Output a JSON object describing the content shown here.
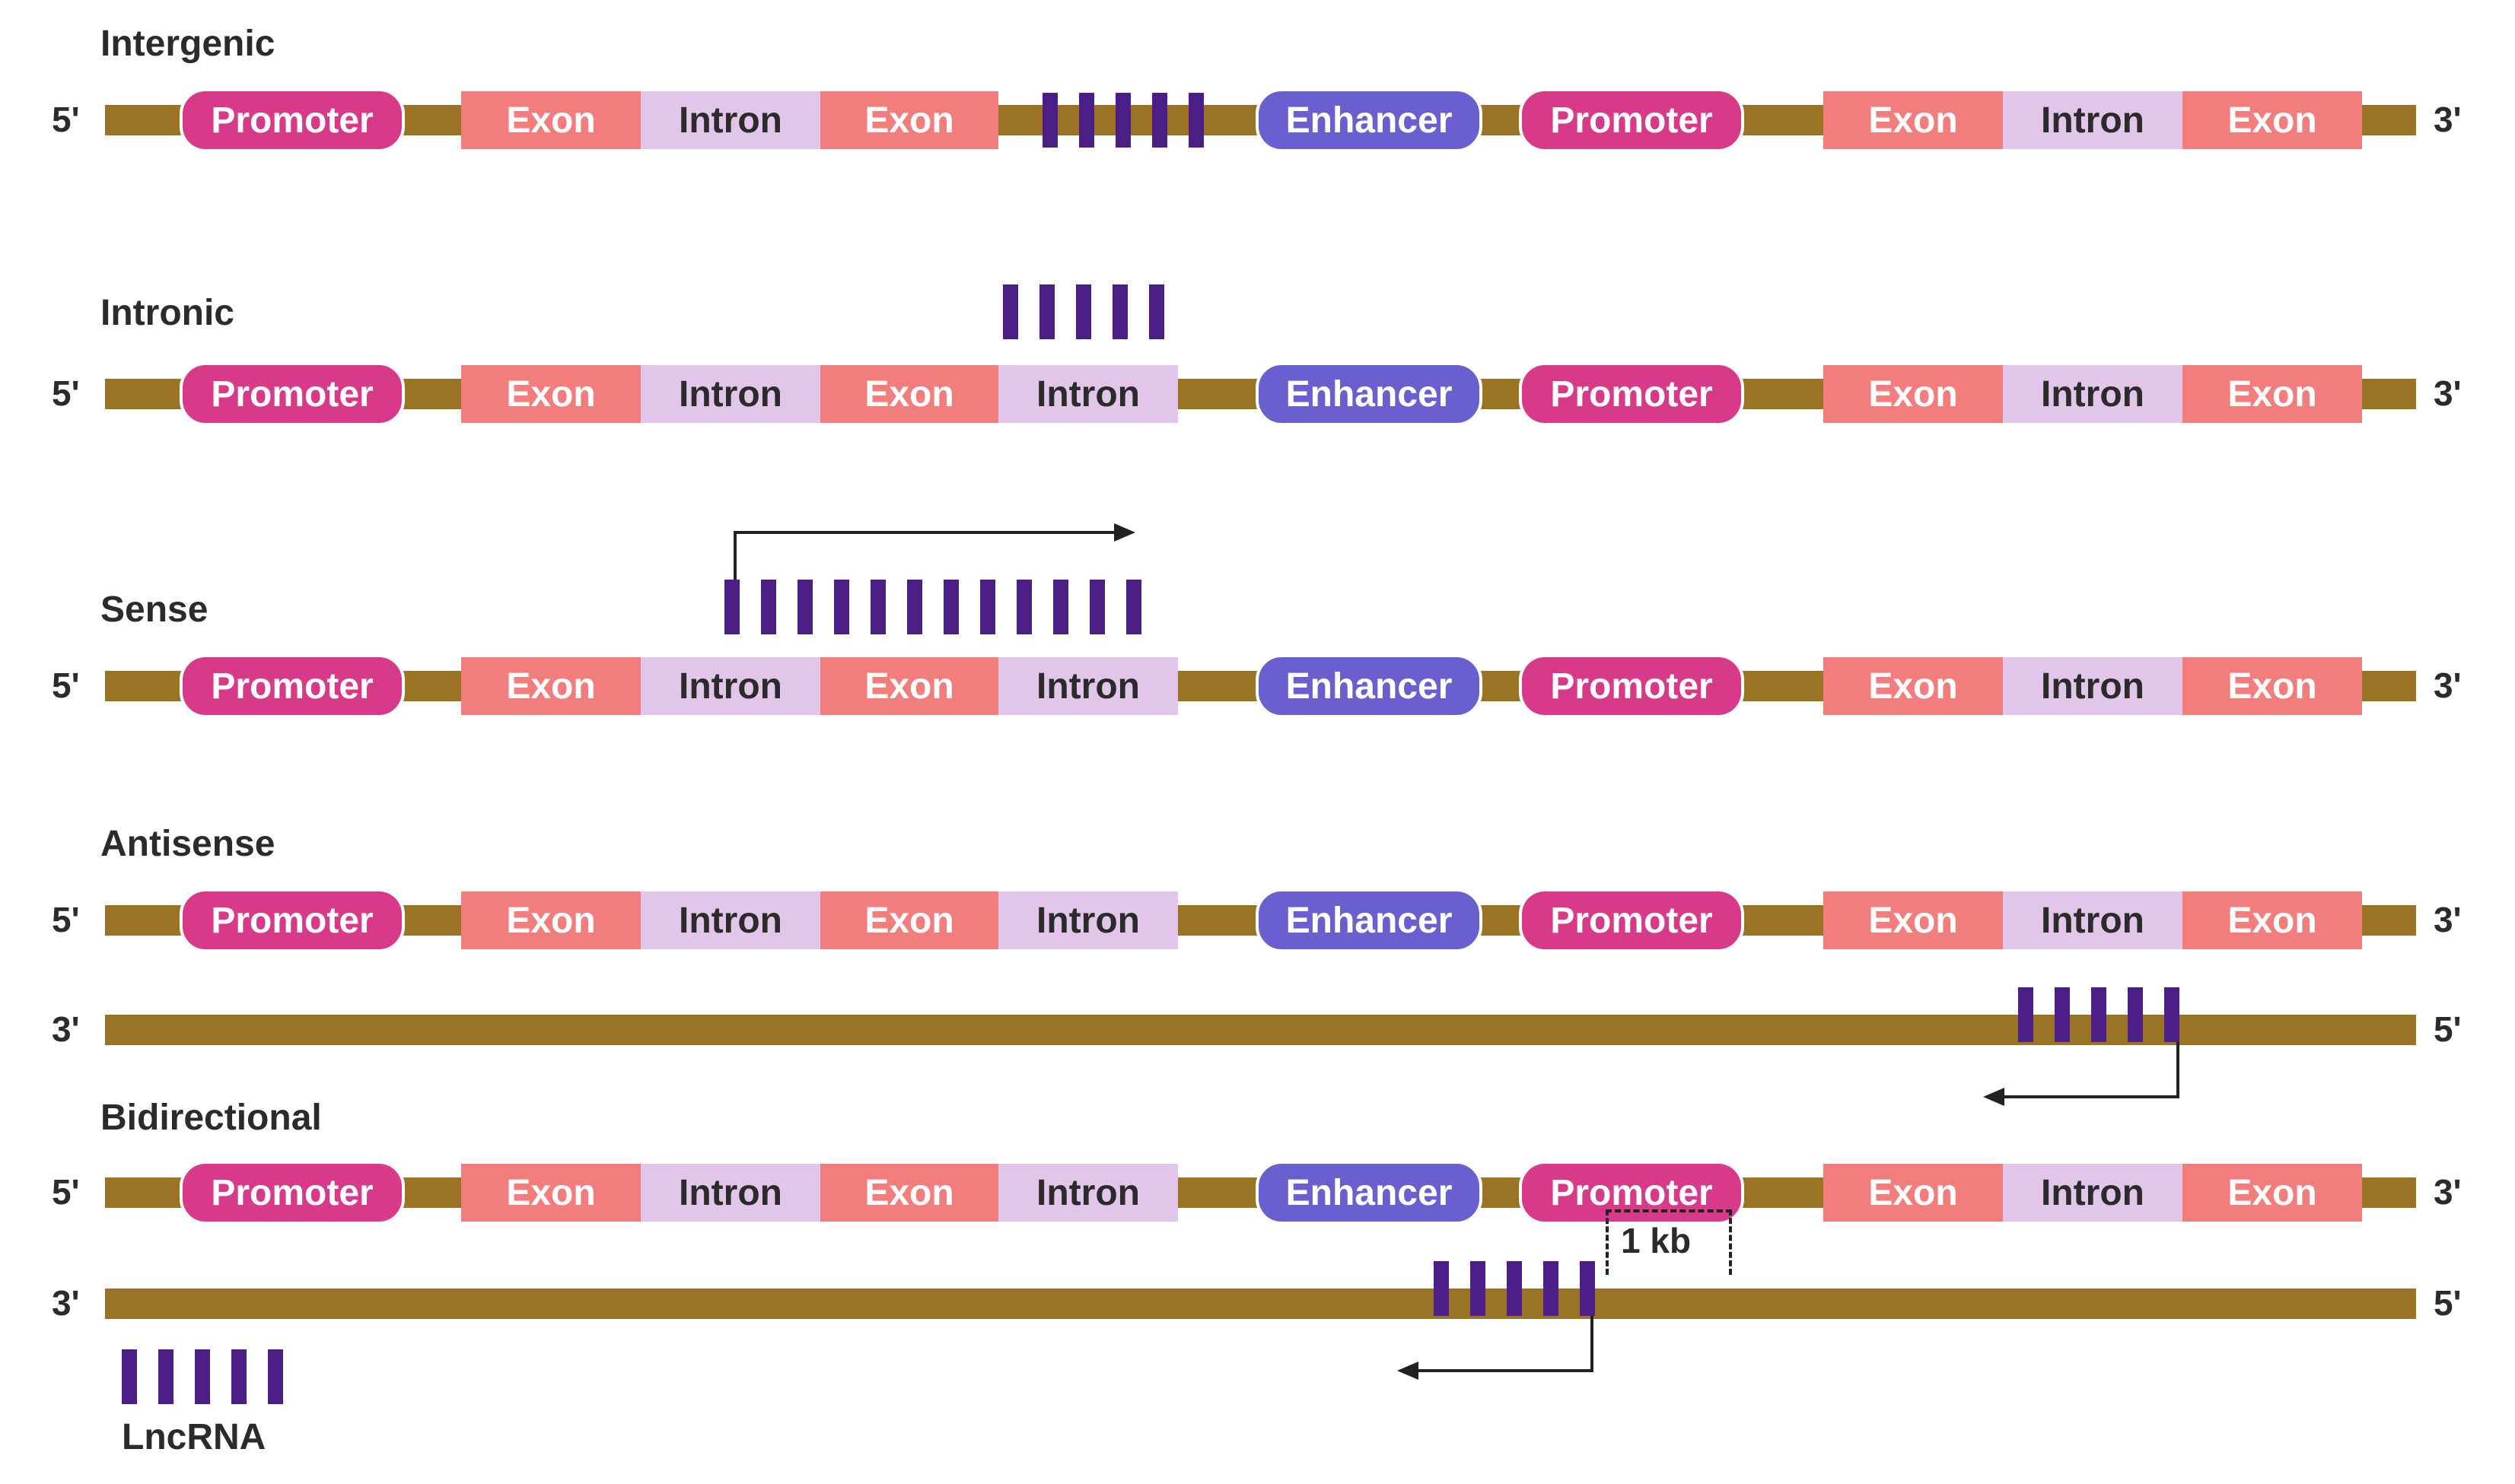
{
  "rows": [
    {
      "title": "Intergenic",
      "top_strand": {
        "left_end": "5'",
        "right_end": "3'",
        "elements": [
          {
            "type": "promoter",
            "label": "Promoter"
          },
          {
            "type": "exon",
            "label": "Exon"
          },
          {
            "type": "intron",
            "label": "Intron"
          },
          {
            "type": "exon",
            "label": "Exon"
          },
          {
            "type": "enhancer",
            "label": "Enhancer"
          },
          {
            "type": "promoter",
            "label": "Promoter"
          },
          {
            "type": "exon",
            "label": "Exon"
          },
          {
            "type": "intron",
            "label": "Intron"
          },
          {
            "type": "exon",
            "label": "Exon"
          }
        ]
      }
    },
    {
      "title": "Intronic",
      "top_strand": {
        "left_end": "5'",
        "right_end": "3'",
        "elements": [
          {
            "type": "promoter",
            "label": "Promoter"
          },
          {
            "type": "exon",
            "label": "Exon"
          },
          {
            "type": "intron",
            "label": "Intron"
          },
          {
            "type": "exon",
            "label": "Exon"
          },
          {
            "type": "intron",
            "label": "Intron"
          },
          {
            "type": "enhancer",
            "label": "Enhancer"
          },
          {
            "type": "promoter",
            "label": "Promoter"
          },
          {
            "type": "exon",
            "label": "Exon"
          },
          {
            "type": "intron",
            "label": "Intron"
          },
          {
            "type": "exon",
            "label": "Exon"
          }
        ]
      }
    },
    {
      "title": "Sense",
      "top_strand": {
        "left_end": "5'",
        "right_end": "3'",
        "elements": [
          {
            "type": "promoter",
            "label": "Promoter"
          },
          {
            "type": "exon",
            "label": "Exon"
          },
          {
            "type": "intron",
            "label": "Intron"
          },
          {
            "type": "exon",
            "label": "Exon"
          },
          {
            "type": "intron",
            "label": "Intron"
          },
          {
            "type": "enhancer",
            "label": "Enhancer"
          },
          {
            "type": "promoter",
            "label": "Promoter"
          },
          {
            "type": "exon",
            "label": "Exon"
          },
          {
            "type": "intron",
            "label": "Intron"
          },
          {
            "type": "exon",
            "label": "Exon"
          }
        ]
      }
    },
    {
      "title": "Antisense",
      "top_strand": {
        "left_end": "5'",
        "right_end": "3'",
        "elements": [
          {
            "type": "promoter",
            "label": "Promoter"
          },
          {
            "type": "exon",
            "label": "Exon"
          },
          {
            "type": "intron",
            "label": "Intron"
          },
          {
            "type": "exon",
            "label": "Exon"
          },
          {
            "type": "intron",
            "label": "Intron"
          },
          {
            "type": "enhancer",
            "label": "Enhancer"
          },
          {
            "type": "promoter",
            "label": "Promoter"
          },
          {
            "type": "exon",
            "label": "Exon"
          },
          {
            "type": "intron",
            "label": "Intron"
          },
          {
            "type": "exon",
            "label": "Exon"
          }
        ]
      },
      "bottom_strand": {
        "left_end": "3'",
        "right_end": "5'"
      }
    },
    {
      "title": "Bidirectional",
      "top_strand": {
        "left_end": "5'",
        "right_end": "3'",
        "elements": [
          {
            "type": "promoter",
            "label": "Promoter"
          },
          {
            "type": "exon",
            "label": "Exon"
          },
          {
            "type": "intron",
            "label": "Intron"
          },
          {
            "type": "exon",
            "label": "Exon"
          },
          {
            "type": "intron",
            "label": "Intron"
          },
          {
            "type": "enhancer",
            "label": "Enhancer"
          },
          {
            "type": "promoter",
            "label": "Promoter"
          },
          {
            "type": "exon",
            "label": "Exon"
          },
          {
            "type": "intron",
            "label": "Intron"
          },
          {
            "type": "exon",
            "label": "Exon"
          }
        ]
      },
      "bottom_strand": {
        "left_end": "3'",
        "right_end": "5'"
      },
      "distance_label": "1 kb"
    }
  ],
  "legend": {
    "label": "LncRNA"
  },
  "colors": {
    "strand": "#9a7424",
    "promoter": "#d63a88",
    "enhancer": "#6a5fcf",
    "exon": "#f27d7d",
    "intron": "#e2c6ea",
    "lncrna": "#4b1f85"
  }
}
